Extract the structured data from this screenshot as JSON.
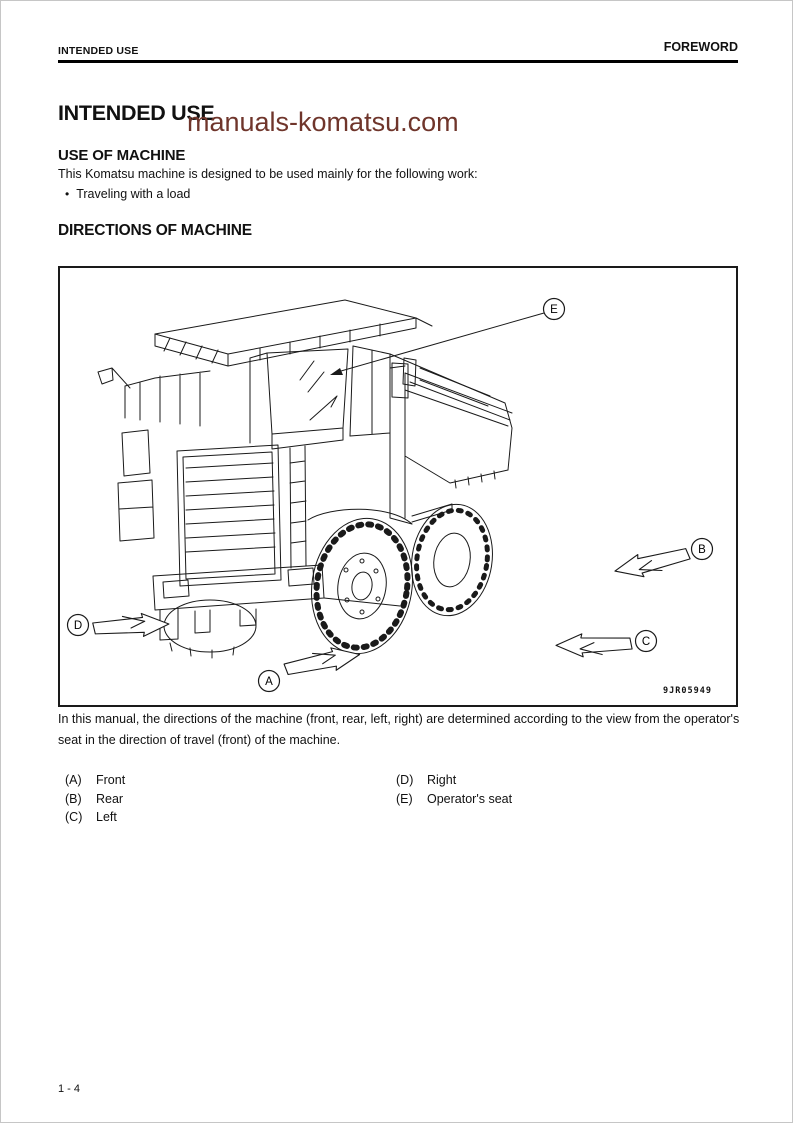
{
  "page": {
    "header": {
      "left": "INTENDED USE",
      "right": "FOREWORD"
    },
    "title": "INTENDED USE",
    "watermark": "manuals-komatsu.com",
    "sections": {
      "use": {
        "heading": "USE OF MACHINE",
        "intro": "This Komatsu machine is designed to be used mainly for the following work:",
        "bullets": [
          "Traveling with a load"
        ]
      },
      "directions": {
        "heading": "DIRECTIONS OF MACHINE",
        "figure": {
          "code": "9JR05949",
          "labels": {
            "a": "A",
            "b": "B",
            "c": "C",
            "d": "D",
            "e": "E"
          }
        },
        "caption": "In this manual, the directions of the machine (front, rear, left, right) are determined according to the view from the operator's seat in the direction of travel (front) of the machine.",
        "legend": {
          "left": [
            {
              "key": "(A)",
              "label": "Front"
            },
            {
              "key": "(B)",
              "label": "Rear"
            },
            {
              "key": "(C)",
              "label": "Left"
            }
          ],
          "right": [
            {
              "key": "(D)",
              "label": "Right"
            },
            {
              "key": "(E)",
              "label": "Operator's seat"
            }
          ]
        }
      }
    },
    "footer": {
      "page_number": "1 - 4"
    },
    "colors": {
      "watermark": "#6f352b",
      "ink": "#1a1a1a"
    }
  }
}
